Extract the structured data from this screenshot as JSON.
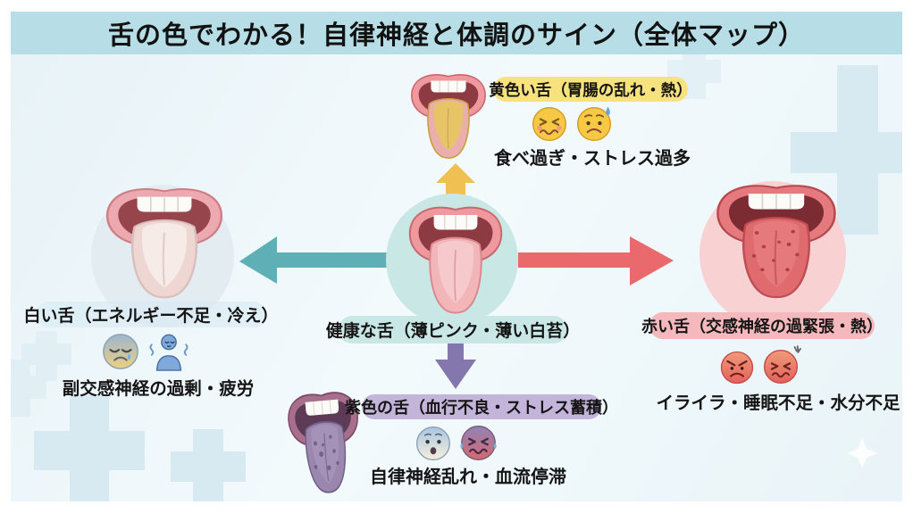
{
  "title": "舌の色でわかる！自律神経と体調のサイン（全体マップ）",
  "center": {
    "label": "健康な舌（薄ピンク・薄い白苔）"
  },
  "top": {
    "label": "黄色い舌（胃腸の乱れ・熱）",
    "caption": "食べ過ぎ・ストレス過多",
    "emojis": [
      "nauseated-face",
      "worried-sweat-face"
    ]
  },
  "left": {
    "label": "白い舌（エネルギー不足・冷え）",
    "caption": "副交感神経の過剰・疲労",
    "emojis": [
      "tired-face",
      "shivering-person"
    ]
  },
  "right": {
    "label": "赤い舌（交感神経の過緊張・熱）",
    "caption": "イライラ・睡眠不足・水分不足",
    "emojis": [
      "angry-face",
      "angry-burst-face"
    ]
  },
  "bottom": {
    "label": "紫色の舌（血行不良・ストレス蓄積）",
    "caption": "自律神経乱れ・血流停滞",
    "emojis": [
      "anxious-face",
      "distressed-face"
    ]
  },
  "colors": {
    "title_bar": "#b7dde6",
    "panel_bg": "#edf6fa",
    "cross_decor": "#d7eaf2",
    "center_accent": "#c9e8e5",
    "arrow_up": "#f0c052",
    "arrow_left": "#5fafb6",
    "arrow_right": "#e9696c",
    "arrow_down": "#8477ad",
    "pill_yellow": "#f8e27e",
    "pill_pink": "#f5b9bd",
    "pill_purple": "#c3b4da",
    "pill_light_blue": "#dcedf6",
    "tongue_healthy": "#f2b5b8",
    "tongue_yellow": "#e8c85c",
    "tongue_white": "#eed6d2",
    "tongue_red": "#e06b6e",
    "tongue_purple": "#9b87ae"
  }
}
